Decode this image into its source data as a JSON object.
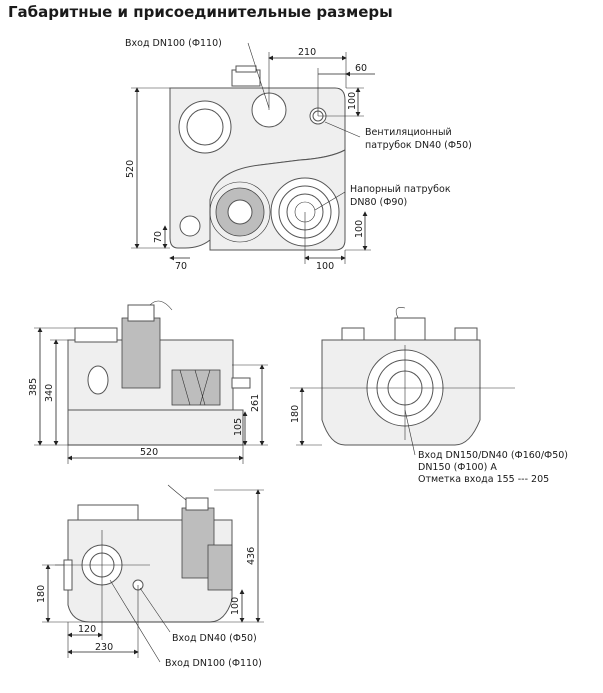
{
  "title": "Габаритные и присоединительные размеры",
  "top_view": {
    "label_inlet_top": "Вход DN100 (Ф110)",
    "label_vent_line1": "Вентиляционный",
    "label_vent_line2": "патрубок DN40 (Ф50)",
    "label_pressure_line1": "Напорный патрубок",
    "label_pressure_line2": "DN80 (Ф90)",
    "dims": {
      "d210": "210",
      "d60": "60",
      "d100_top": "100",
      "d520": "520",
      "d100_right": "100",
      "d70_v": "70",
      "d70_h": "70",
      "d100_bottom": "100"
    }
  },
  "side_view": {
    "dims": {
      "d385": "385",
      "d340": "340",
      "d261": "261",
      "d105": "105",
      "d520": "520"
    }
  },
  "front_view": {
    "dim_180": "180",
    "label_inlet_line1": "Вход DN150/DN40 (Ф160/Ф50)",
    "label_inlet_line2": "DN150 (Ф100) A",
    "label_inlet_line3": "Отметка входа 155 --- 205"
  },
  "bottom_view": {
    "dims": {
      "d436": "436",
      "d180": "180",
      "d100": "100",
      "d120": "120",
      "d230": "230"
    },
    "label_dn40": "Вход DN40 (Ф50)",
    "label_dn100": "Вход DN100 (Ф110)"
  }
}
